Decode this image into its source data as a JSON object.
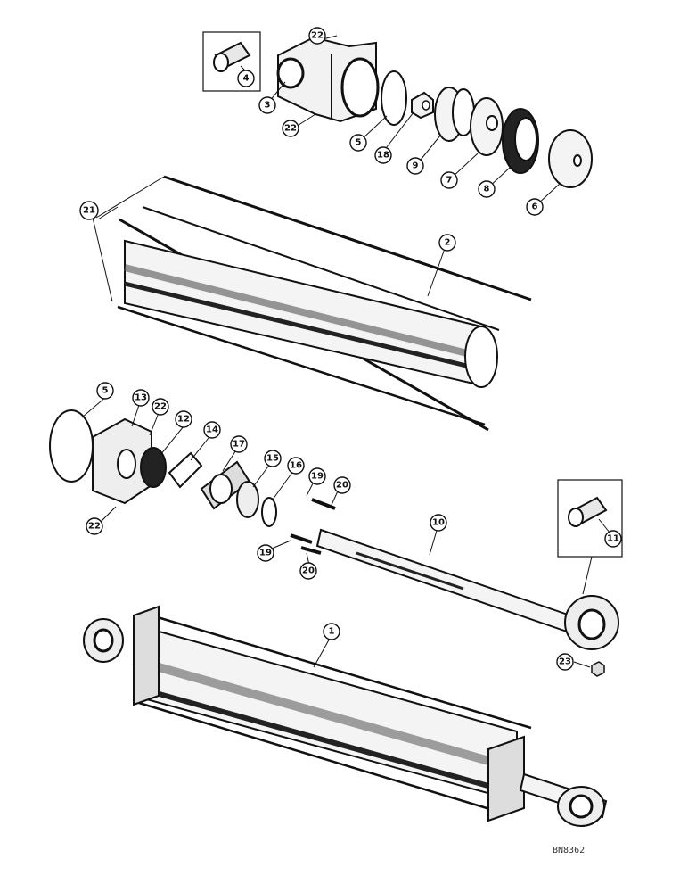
{
  "labels": {
    "l1": "1",
    "l2": "2",
    "l3": "3",
    "l4": "4",
    "l5a": "5",
    "l5b": "5",
    "l6": "6",
    "l7": "7",
    "l8": "8",
    "l9": "9",
    "l10": "10",
    "l11": "11",
    "l12": "12",
    "l13": "13",
    "l14": "14",
    "l15": "15",
    "l16": "16",
    "l17": "17",
    "l18": "18",
    "l19a": "19",
    "l19b": "19",
    "l20a": "20",
    "l20b": "20",
    "l21": "21",
    "l22a": "22",
    "l22b": "22",
    "l22c": "22",
    "l22d": "22",
    "l23": "23"
  },
  "ref_code": "BN8362"
}
